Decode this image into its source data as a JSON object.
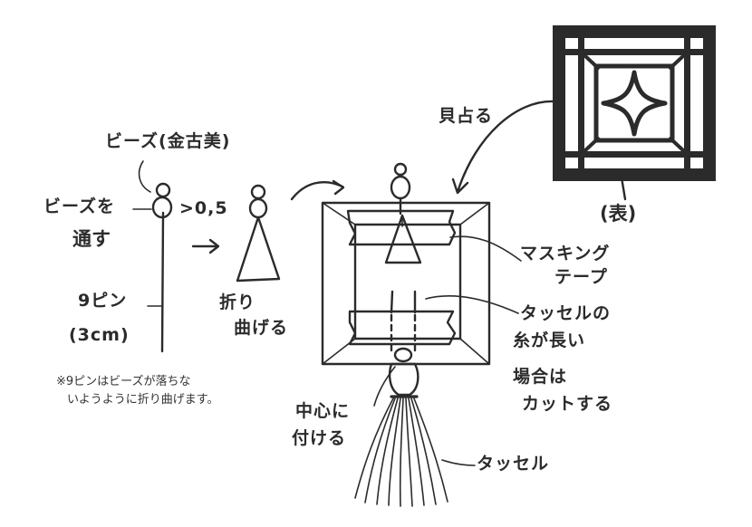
{
  "labels": {
    "beads_name": "ビーズ(金古美)",
    "thread_beads_1": "ビーズを",
    "thread_beads_2": "通す",
    "size_note": ">0,5",
    "pin_name_1": "9ピン",
    "pin_name_2": "(3cm)",
    "bend_1": "折り",
    "bend_2": "曲げる",
    "paste": "貝占る",
    "front": "(表)",
    "masking_tape_1": "マスキング",
    "masking_tape_2": "テープ",
    "tassel_thread_1": "タッセルの",
    "tassel_thread_2": "糸が長い",
    "tassel_thread_3": "場合は",
    "tassel_thread_4": "カットする",
    "attach_center_1": "中心に",
    "attach_center_2": "付ける",
    "tassel": "タッセル",
    "footnote_1": "※9ピンはビーズが落ちな",
    "footnote_2": "いようように折り曲げます。"
  },
  "colors": {
    "ink": "#2b2b2b",
    "background": "#ffffff"
  }
}
